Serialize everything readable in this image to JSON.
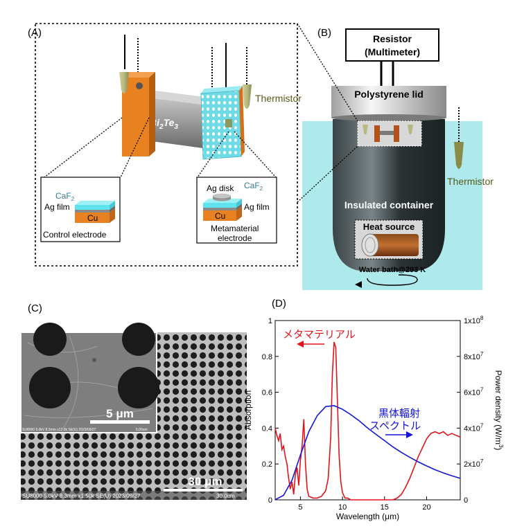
{
  "panels": {
    "a": "(A)",
    "b": "(B)",
    "c": "(C)",
    "d": "(D)"
  },
  "panel_a": {
    "bi2te3": "Bi",
    "bi2te3_sub1": "2",
    "bi2te3_te": "Te",
    "bi2te3_sub2": "3",
    "thermistor": "Thermistor",
    "control_caf": "CaF",
    "control_caf_sub": "2",
    "control_agfilm": "Ag film",
    "control_cu": "Cu",
    "control_caption": "Control electrode",
    "meta_agdisk": "Ag disk",
    "meta_caf": "CaF",
    "meta_caf_sub": "2",
    "meta_agfilm": "Ag film",
    "meta_cu": "Cu",
    "meta_caption_1": "Metamaterial",
    "meta_caption_2": "electrode"
  },
  "panel_b": {
    "resistor_1": "Resistor",
    "resistor_2": "(Multimeter)",
    "lid": "Polystyrene lid",
    "thermistor": "Thermistor",
    "container": "Insulated container",
    "heat": "Heat source",
    "bath": "Water bath@293 K"
  },
  "panel_c": {
    "scale_5": "5 μm",
    "scale_30": "30 μm",
    "meta_top": "SU8000 5.0kV 8.3mm x12.0k SE(U) 2023/09/27",
    "meta_top_scale": "5.00um",
    "meta_bottom": "SU8000 5.0kV 8.3mm x1.50k SE(U) 2023/09/27",
    "meta_bottom_scale": "30.0um"
  },
  "colors": {
    "orange": "#e8811f",
    "cyan": "#5fe3ec",
    "bath": "#aee9ec",
    "red": "#e0141b",
    "blue": "#1414d6",
    "olive": "#5a5a1a"
  },
  "chart_data": {
    "type": "line",
    "xlabel": "Wavelength (μm)",
    "ylabel": "Absorption",
    "y2label": "Power density (W/m",
    "y2label_sup": "3",
    "y2label_end": ")",
    "xlim": [
      2,
      24
    ],
    "ylim": [
      0,
      1
    ],
    "y2lim": [
      0,
      100000000
    ],
    "x_ticks": [
      "5",
      "10",
      "15",
      "20"
    ],
    "y_ticks": [
      "0",
      "0.2",
      "0.4",
      "0.6",
      "0.8",
      "1"
    ],
    "y2_ticks": [
      {
        "base": "0",
        "exp": ""
      },
      {
        "base": "2x10",
        "exp": "7"
      },
      {
        "base": "4x10",
        "exp": "7"
      },
      {
        "base": "6x10",
        "exp": "7"
      },
      {
        "base": "8x10",
        "exp": "7"
      },
      {
        "base": "1x10",
        "exp": "8"
      }
    ],
    "annotations": {
      "meta": "メタマテリアル",
      "bb_1": "黒体輻射",
      "bb_2": "スペクトル"
    },
    "series": [
      {
        "name": "メタマテリアル",
        "axis": "left",
        "color": "#e0141b",
        "x": [
          2.0,
          2.2,
          2.4,
          2.6,
          2.8,
          3.0,
          3.2,
          3.4,
          3.6,
          3.8,
          4.0,
          4.2,
          4.4,
          4.6,
          4.8,
          5.0,
          5.2,
          5.4,
          5.6,
          5.8,
          6.0,
          6.5,
          7.0,
          7.5,
          8.0,
          8.3,
          8.6,
          8.8,
          9.0,
          9.2,
          9.4,
          9.6,
          9.8,
          10.0,
          10.3,
          10.6,
          11.0,
          12.0,
          13.0,
          14.0,
          15.0,
          16.0,
          16.5,
          17.0,
          17.5,
          18.0,
          18.5,
          19.0,
          19.5,
          20.0,
          20.5,
          21.0,
          21.5,
          22.0,
          22.5,
          23.0,
          23.5,
          24.0
        ],
        "y": [
          0.4,
          0.36,
          0.33,
          0.37,
          0.28,
          0.3,
          0.24,
          0.2,
          0.12,
          0.06,
          0.1,
          0.03,
          0.14,
          0.18,
          0.08,
          0.22,
          0.3,
          0.45,
          0.2,
          0.06,
          0.02,
          0.01,
          0.01,
          0.02,
          0.05,
          0.12,
          0.35,
          0.7,
          0.88,
          0.85,
          0.55,
          0.25,
          0.1,
          0.04,
          0.01,
          0.01,
          0.0,
          0.0,
          0.0,
          0.0,
          0.0,
          0.0,
          0.01,
          0.03,
          0.07,
          0.12,
          0.18,
          0.24,
          0.29,
          0.34,
          0.37,
          0.38,
          0.37,
          0.38,
          0.36,
          0.37,
          0.36,
          0.35
        ]
      },
      {
        "name": "黒体輻射スペクトル",
        "axis": "right",
        "color": "#1414d6",
        "x": [
          2.0,
          3.0,
          4.0,
          5.0,
          6.0,
          7.0,
          8.0,
          9.0,
          10.0,
          11.0,
          12.0,
          13.0,
          14.0,
          15.0,
          16.0,
          17.0,
          18.0,
          19.0,
          20.0,
          21.0,
          22.0,
          23.0,
          24.0
        ],
        "y": [
          100000,
          2500000,
          11000000,
          25000000,
          38000000,
          47000000,
          52000000,
          52500000,
          50500000,
          47500000,
          44000000,
          40000000,
          36500000,
          33000000,
          29500000,
          26500000,
          23700000,
          21200000,
          18900000,
          16800000,
          15000000,
          13400000,
          12000000
        ]
      }
    ]
  }
}
